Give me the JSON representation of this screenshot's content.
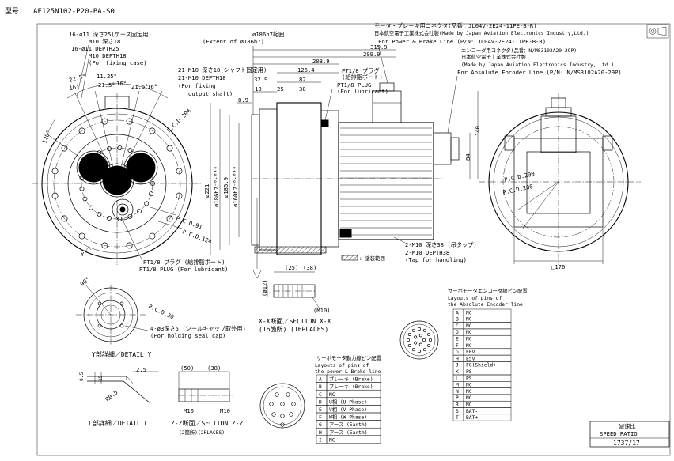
{
  "title": {
    "label": "型号：",
    "model": "AF125N102-P20-BA-S0"
  },
  "front_view": {
    "notes": [
      "16-ø11 深さ25(ケース固定用)",
      "M10 深さ18",
      "16-ø11 DEPTH25",
      "M10  DEPTH18",
      "(For fixing case)"
    ],
    "angles": [
      "22.5°",
      "11.25°",
      "16°",
      "21.5°",
      "16°",
      "21.5°",
      "16°"
    ],
    "angle_120": "120°",
    "pcd_204": "P.C.D.204",
    "pcd_91": "P.C.D.91",
    "pcd_124": "P.C.D.124",
    "label_y": "Y",
    "plug_jp": "PT1/8 プラグ (給排脂ポート)",
    "plug_en": "PT1/8 PLUG (For lubricant)"
  },
  "side_view": {
    "extent_jp": "ø186h7範囲",
    "extent_en": "(Extent of ø186h7)",
    "shaft_jp": "21-M10 深さ18(シャフト固定用)",
    "shaft_en1": "21-M10 DEPTH18",
    "shaft_en2": "(For fixing",
    "shaft_en3": "output shaft)",
    "dims": {
      "d319_9": "319.9",
      "d299_9": "299.9",
      "d208_9": "208.9",
      "d126_4": "126.4",
      "d82": "82",
      "d32_9": "32.9",
      "d10": "10",
      "d25": "25",
      "d38": "38",
      "d8_9": "8.9",
      "d140": "140",
      "d84": "84"
    },
    "diam": [
      "ø221",
      "ø186h7⁻⁰·⁰⁴⁶",
      "ø185.9",
      "ø160h7⁻⁰·⁰⁴⁰"
    ],
    "pt_plug_jp": "PT1/8 プラグ",
    "pt_plug_jp2": "(給排脂ポート)",
    "pt_plug_en": "PT1/8 PLUG",
    "pt_plug_en2": "(For lubricant)",
    "hatch_note": ": 塗装範囲",
    "tap_jp": "2-M10 深さ38 (吊タップ)",
    "tap_en1": "2-M10 DEPTH38",
    "tap_en2": "(Tap for handling)",
    "d176": "□176"
  },
  "connectors": {
    "power_jp": "モータ・ブレーキ用コネクタ(品番：JL04V-2E24-11PE-B-R)",
    "power_maker": "日本航空電子工業株式会社製(Made by Japan Aviation Electronics Industry,Ltd.)",
    "power_for": "For Power & Brake Line (P/N: JL04V-2E24-11PE-B-R)",
    "enc_jp": "エンコーダ用コネクタ(品番：N/MS3102A20-29P)",
    "enc_maker_jp": "日本航空電子工業株式会社製",
    "enc_maker_en": "(Made by Japan Aviation Electronics Industry, Ltd.)",
    "enc_for": "For Absolute Encoder Line (P/N: N/MS3102A20-29P)"
  },
  "rear_view": {
    "pcd_200a": "P.C.D.200",
    "pcd_200b": "P.C.D.200"
  },
  "detail_y": {
    "pcd_30": "P.C.D.30",
    "angle_90": "90°",
    "hole_jp": "4-ø3深さ5 (シールキャップ取外用)",
    "hole_en": "(For holding seal cap)",
    "title": "Y部詳細／DETAIL Y"
  },
  "detail_l": {
    "d0_5": "0.5",
    "d15": "15",
    "d2_5": "2.5",
    "r0_5": "R0.5",
    "title": "L部詳細／DETAIL L"
  },
  "section_x": {
    "d12": "(ø12)",
    "d25": "(25)",
    "d38": "(38)",
    "m10": "(M10)",
    "title_jp": "X-X断面／SECTION X-X",
    "count": "(16箇所) (16PLACES)"
  },
  "section_z": {
    "d50": "(50)",
    "d38": "(38)",
    "m10a": "M10",
    "m10b": "M10",
    "title": "Z-Z断面／SECTION Z-Z",
    "count": "(2箇所)(2PLACES)"
  },
  "power_table": {
    "title_jp": "サーボモータ動力線ピン配置",
    "title_en1": "Layouts of pins of",
    "title_en2": "the power & Brake line",
    "rows": [
      {
        "pin": "A",
        "name": "ブレーキ (Brake)"
      },
      {
        "pin": "B",
        "name": "ブレーキ (Brake)"
      },
      {
        "pin": "C",
        "name": "NC"
      },
      {
        "pin": "D",
        "name": "U相 (U Phase)"
      },
      {
        "pin": "E",
        "name": "V相 (V Phase)"
      },
      {
        "pin": "F",
        "name": "W相 (W Phase)"
      },
      {
        "pin": "G",
        "name": "アース (Earth)"
      },
      {
        "pin": "H",
        "name": "アース (Earth)"
      },
      {
        "pin": "I",
        "name": "NC"
      }
    ]
  },
  "encoder_table": {
    "title_jp": "サーボモータエンコーダ線ピン配置",
    "title_en1": "Layouts of pins of",
    "title_en2": "the Absolute Encoder line",
    "rows": [
      {
        "pin": "A",
        "name": "NC"
      },
      {
        "pin": "B",
        "name": "NC"
      },
      {
        "pin": "C",
        "name": "NC"
      },
      {
        "pin": "D",
        "name": "NC"
      },
      {
        "pin": "E",
        "name": "NC"
      },
      {
        "pin": "F",
        "name": "NC"
      },
      {
        "pin": "G",
        "name": "E0V"
      },
      {
        "pin": "H",
        "name": "E5V"
      },
      {
        "pin": "J",
        "name": "FG(Shield)"
      },
      {
        "pin": "K",
        "name": "PS"
      },
      {
        "pin": "L",
        "name": "PS"
      },
      {
        "pin": "M",
        "name": "NC"
      },
      {
        "pin": "N",
        "name": "NC"
      },
      {
        "pin": "P",
        "name": "NC"
      },
      {
        "pin": "R",
        "name": "NC"
      },
      {
        "pin": "S",
        "name": "BAT-"
      },
      {
        "pin": "T",
        "name": "BAT+"
      }
    ]
  },
  "ratio_box": {
    "jp": "減速比",
    "en": "SPEED RATIO",
    "value": "1737/17"
  }
}
